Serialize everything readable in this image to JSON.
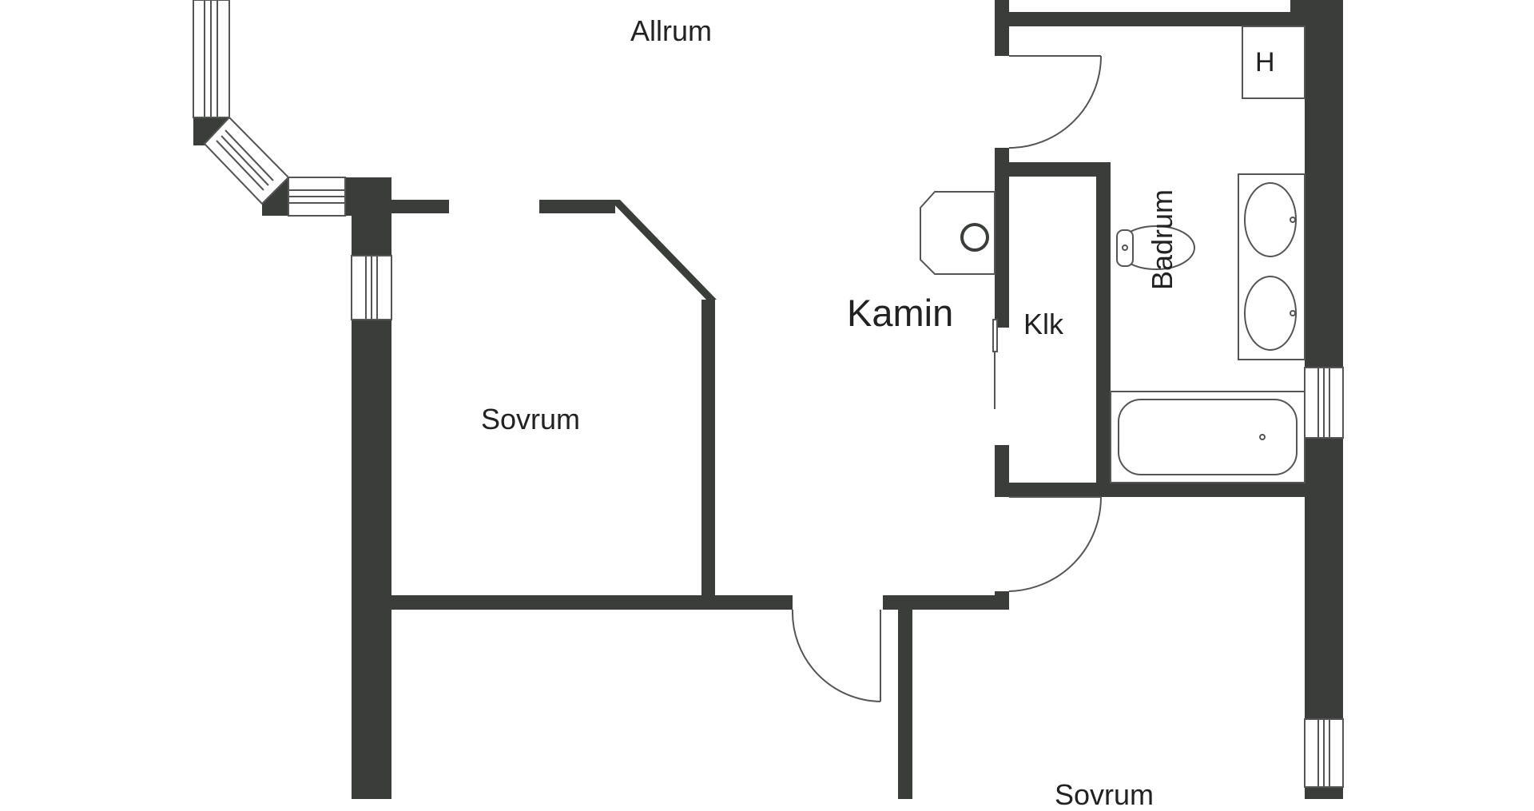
{
  "plan": {
    "rooms": {
      "allrum": "Allrum",
      "sovrum_left": "Sovrum",
      "kamin": "Kamin",
      "klk": "Klk",
      "badrum": "Badrum",
      "sovrum_right": "Sovrum",
      "h": "H"
    },
    "colors": {
      "wall": "#3a3d3a",
      "line": "#555555",
      "fixture_fill": "#ffffff",
      "background": "#ffffff"
    },
    "icons": [
      "door-swing-icon",
      "window-icon",
      "toilet-icon",
      "sink-icon",
      "bathtub-icon",
      "fireplace-icon"
    ]
  }
}
